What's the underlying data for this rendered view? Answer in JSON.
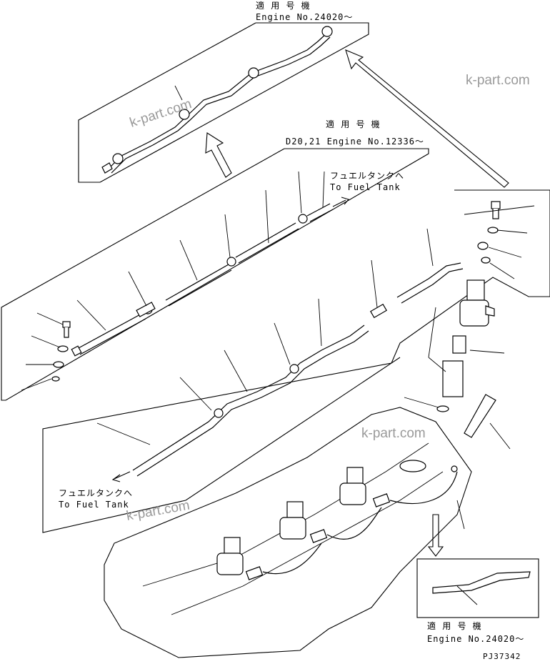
{
  "labels": {
    "top_jp": "適 用 号 機",
    "top_en": "Engine No.24020～",
    "mid_jp": "適 用 号 機",
    "mid_en": "D20,21 Engine No.12336～",
    "fuel_jp_1": "フュエルタンクへ",
    "fuel_en_1": "To Fuel Tank",
    "fuel_jp_2": "フュエルタンクへ",
    "fuel_en_2": "To Fuel Tank",
    "bottom_jp": "適 用 号 機",
    "bottom_en": "Engine No.24020～",
    "drawing_no": "PJ37342"
  },
  "watermarks": [
    "k-part.com",
    "k-part.com",
    "k-part.com",
    "k-part.com"
  ]
}
